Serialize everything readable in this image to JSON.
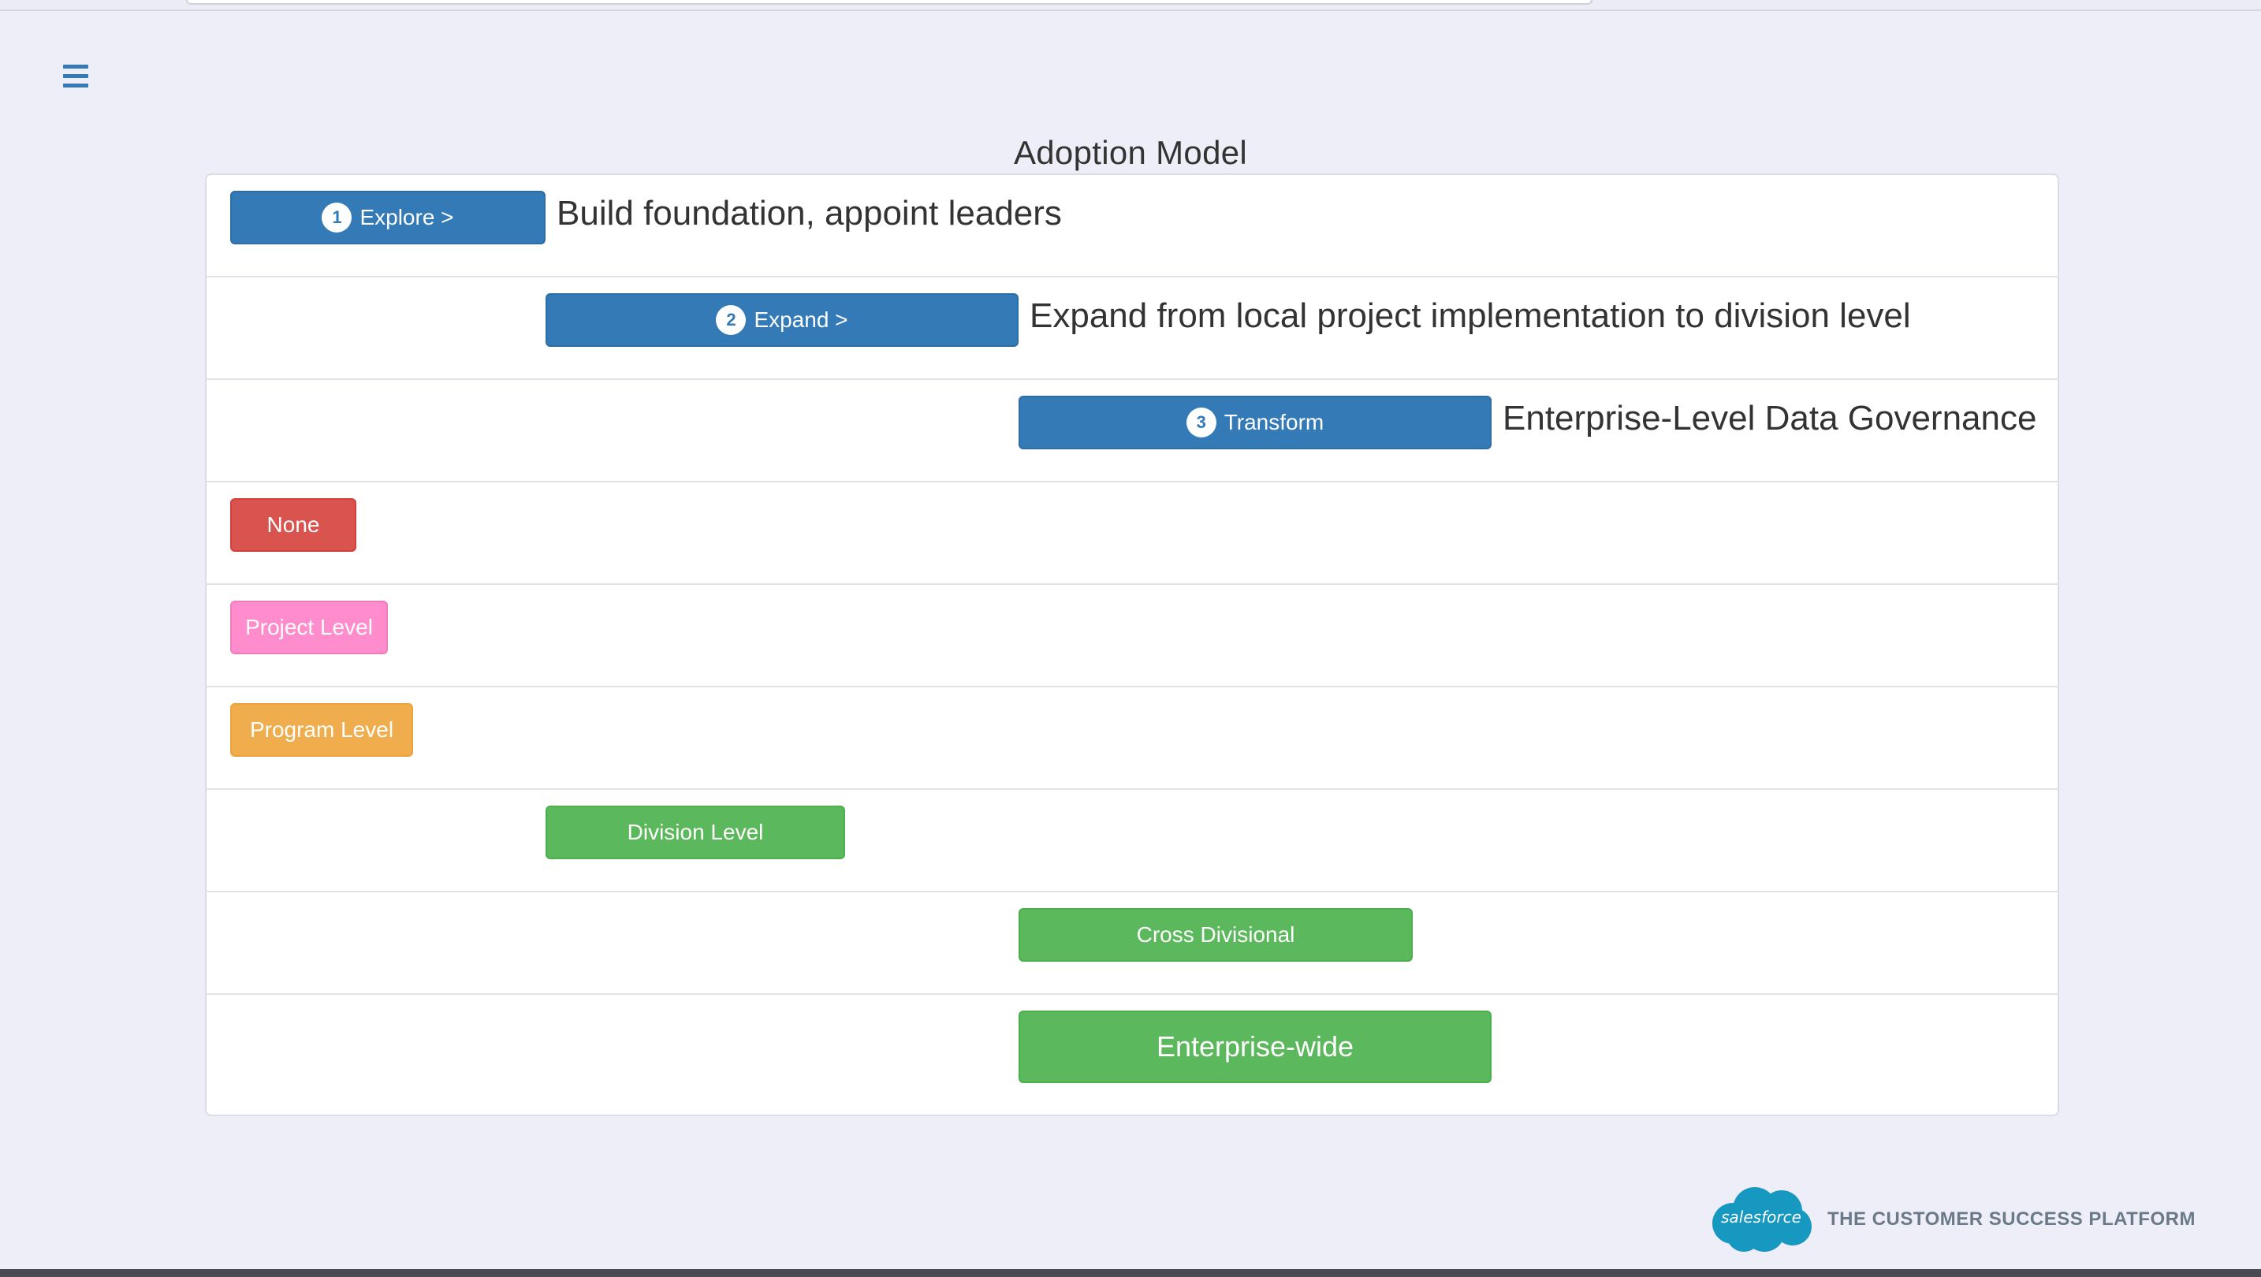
{
  "title": "Adoption Model",
  "stages": [
    {
      "number": "1",
      "label": "Explore >",
      "description": "Build foundation, appoint leaders"
    },
    {
      "number": "2",
      "label": "Expand >",
      "description": "Expand from local project implementation to division level"
    },
    {
      "number": "3",
      "label": "Transform",
      "description": "Enterprise-Level Data Governance"
    }
  ],
  "levels": [
    {
      "label": "None",
      "color": "#d9534f"
    },
    {
      "label": "Project Level",
      "color": "#ff8ccd"
    },
    {
      "label": "Program Level",
      "color": "#f0ad4e"
    },
    {
      "label": "Division Level",
      "color": "#5cb85c"
    },
    {
      "label": "Cross Divisional",
      "color": "#5cb85c"
    },
    {
      "label": "Enterprise-wide",
      "color": "#5cb85c"
    }
  ],
  "footer": {
    "brand": "salesforce",
    "tagline": "THE CUSTOMER SUCCESS PLATFORM"
  },
  "colors": {
    "primary": "#337ab7",
    "background": "#eeeef8"
  },
  "icons": {
    "menu": "hamburger-menu-icon"
  }
}
